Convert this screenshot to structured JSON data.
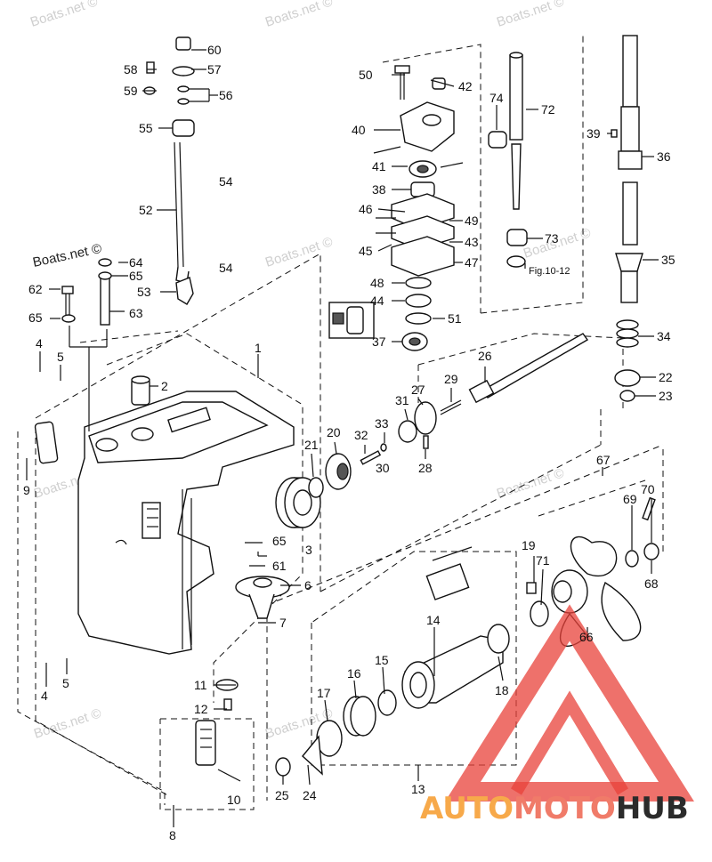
{
  "watermark": "Boats.net ©",
  "figure_ref": "Fig.10-12",
  "brand": {
    "part1": "AUTO",
    "part2": "MOTO",
    "part3": "HUB",
    "accent": "#e8413a",
    "orange": "#f7a94a"
  },
  "labels": {
    "l1": "1",
    "l2": "2",
    "l3": "3",
    "l4a": "4",
    "l4b": "4",
    "l5a": "5",
    "l5b": "5",
    "l6": "6",
    "l7": "7",
    "l8": "8",
    "l9": "9",
    "l10": "10",
    "l11": "11",
    "l12": "12",
    "l13": "13",
    "l14": "14",
    "l15": "15",
    "l16": "16",
    "l17": "17",
    "l18": "18",
    "l19": "19",
    "l20": "20",
    "l21": "21",
    "l22": "22",
    "l23": "23",
    "l24": "24",
    "l25": "25",
    "l26": "26",
    "l27": "27",
    "l28": "28",
    "l29": "29",
    "l30": "30",
    "l31": "31",
    "l32": "32",
    "l33": "33",
    "l34": "34",
    "l35": "35",
    "l36": "36",
    "l37": "37",
    "l38": "38",
    "l39": "39",
    "l40": "40",
    "l41": "41",
    "l42": "42",
    "l43": "43",
    "l44": "44",
    "l45": "45",
    "l46": "46",
    "l47": "47",
    "l48": "48",
    "l49": "49",
    "l50": "50",
    "l51": "51",
    "l52": "52",
    "l53": "53",
    "l54a": "54",
    "l54b": "54",
    "l55": "55",
    "l56": "56",
    "l57": "57",
    "l58": "58",
    "l59": "59",
    "l60": "60",
    "l61": "61",
    "l62": "62",
    "l63": "63",
    "l64": "64",
    "l65a": "65",
    "l65b": "65",
    "l65c": "65",
    "l66": "66",
    "l67": "67",
    "l68": "68",
    "l69": "69",
    "l70": "70",
    "l71": "71",
    "l72": "72",
    "l73": "73",
    "l74": "74"
  }
}
